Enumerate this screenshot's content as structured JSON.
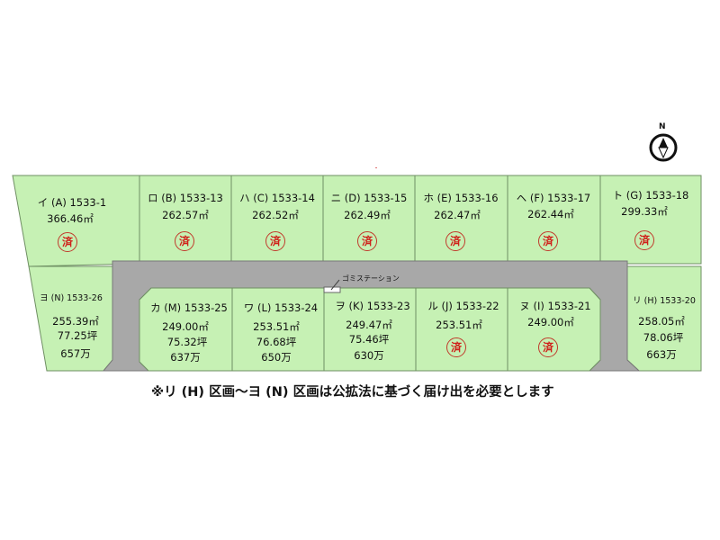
{
  "lots": [
    {
      "id": "i",
      "label": "イ (A) 1533-1",
      "area": "366.46㎡",
      "sold": true,
      "status": "済"
    },
    {
      "id": "ro",
      "label": "ロ (B) 1533-13",
      "area": "262.57㎡",
      "sold": true,
      "status": "済"
    },
    {
      "id": "ha",
      "label": "ハ (C) 1533-14",
      "area": "262.52㎡",
      "sold": true,
      "status": "済"
    },
    {
      "id": "ni",
      "label": "ニ (D) 1533-15",
      "area": "262.49㎡",
      "sold": true,
      "status": "済"
    },
    {
      "id": "ho",
      "label": "ホ (E) 1533-16",
      "area": "262.47㎡",
      "sold": true,
      "status": "済"
    },
    {
      "id": "he",
      "label": "ヘ (F) 1533-17",
      "area": "262.44㎡",
      "sold": true,
      "status": "済"
    },
    {
      "id": "to",
      "label": "ト (G) 1533-18",
      "area": "299.33㎡",
      "sold": true,
      "status": "済"
    },
    {
      "id": "yo",
      "label": "ヨ (N) 1533-26",
      "area": "255.39㎡",
      "tsubo": "77.25坪",
      "price": "657万"
    },
    {
      "id": "ka",
      "label": "カ (M) 1533-25",
      "area": "249.00㎡",
      "tsubo": "75.32坪",
      "price": "637万"
    },
    {
      "id": "wa",
      "label": "ワ (L) 1533-24",
      "area": "253.51㎡",
      "tsubo": "76.68坪",
      "price": "650万"
    },
    {
      "id": "wo",
      "label": "ヲ (K) 1533-23",
      "area": "249.47㎡",
      "tsubo": "75.46坪",
      "price": "630万"
    },
    {
      "id": "ru",
      "label": "ル (J) 1533-22",
      "area": "253.51㎡",
      "sold": true,
      "status": "済"
    },
    {
      "id": "nu",
      "label": "ヌ (I) 1533-21",
      "area": "249.00㎡",
      "sold": true,
      "status": "済"
    },
    {
      "id": "ri",
      "label": "リ (H) 1533-20",
      "area": "258.05㎡",
      "tsubo": "78.06坪",
      "price": "663万"
    }
  ],
  "garbage_station": "ゴミステーション",
  "compass": "N",
  "note": "※リ (H) 区画〜ヨ (N) 区画は公拡法に基づく届け出を必要とします",
  "colors": {
    "lot": "#c6f1b4",
    "road": "#a8a8a8",
    "border": "#6f8f63",
    "sold": "#d0201a"
  }
}
